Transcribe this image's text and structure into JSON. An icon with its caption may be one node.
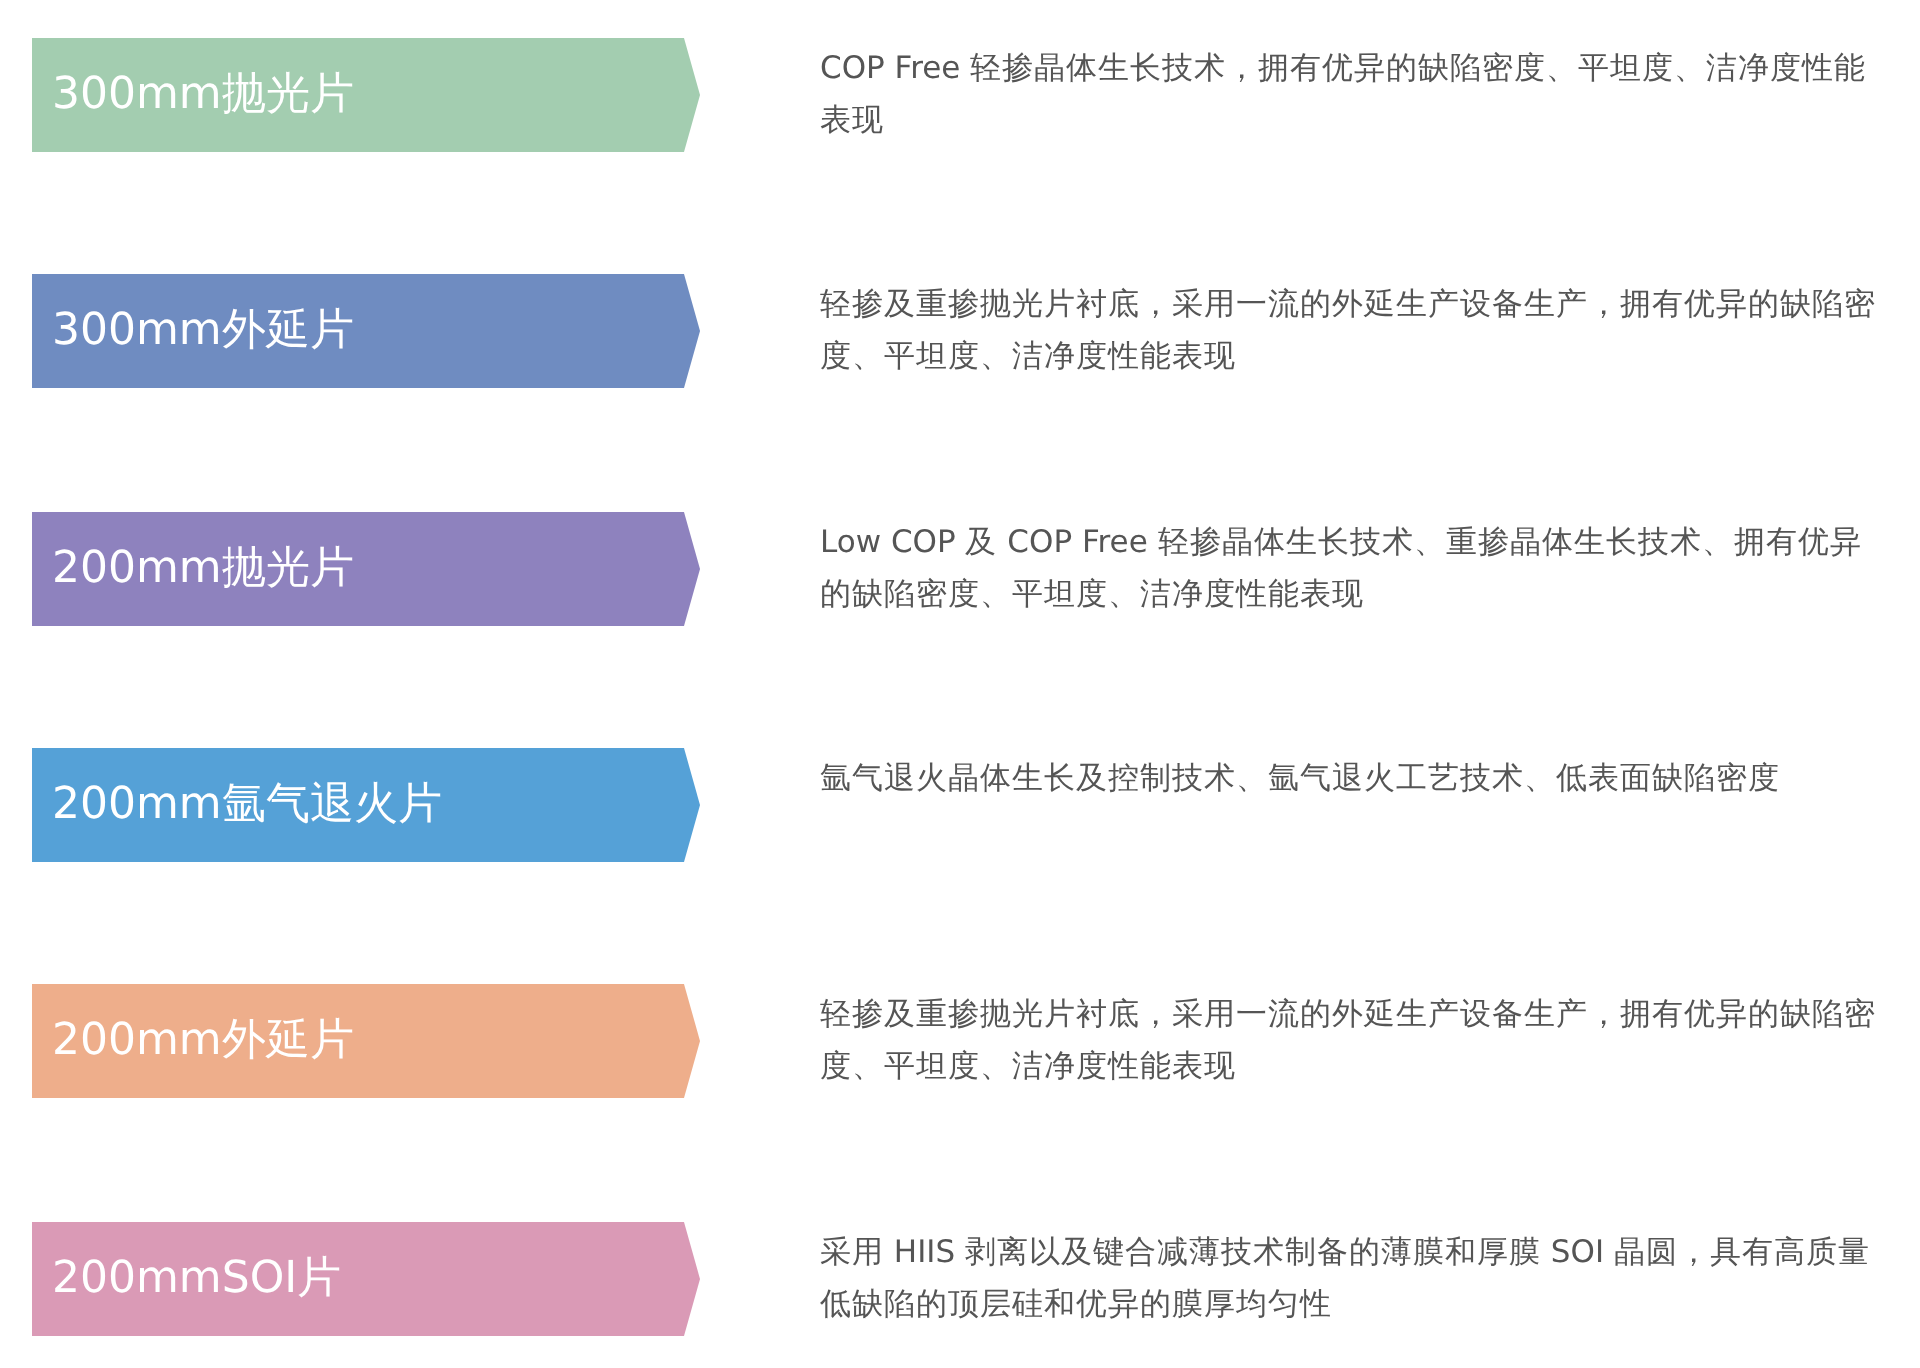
{
  "diagram": {
    "nodes": [
      {
        "text": [
          "300mm抛光片"
        ],
        "beside": [
          "COP Free 轻掺晶体生长技术，拥有优异的缺陷密度、平坦度、洁净度性能表现"
        ]
      },
      {
        "text": [
          "300mm外延片"
        ],
        "beside": [
          "轻掺及重掺抛光片衬底，采用一流的外延生产设备生产，拥有优异的缺陷密度、平坦度、洁净度性能表现"
        ]
      },
      {
        "text": [
          "200mm抛光片"
        ],
        "beside": [
          "Low COP 及 COP Free 轻掺晶体生长技术、重掺晶体生长技术、拥有优异的缺陷密度、平坦度、洁净度性能表现"
        ]
      },
      {
        "text": [
          "200mm氩气退火片"
        ],
        "beside": [
          "氩气退火晶体生长及控制技术、氩气退火工艺技术、低表面缺陷密度"
        ]
      },
      {
        "text": [
          "200mm外延片"
        ],
        "beside": [
          "轻掺及重掺抛光片衬底，采用一流的外延生产设备生产，拥有优异的缺陷密度、平坦度、洁净度性能表现"
        ]
      },
      {
        "text": [
          "200mmSOI片"
        ],
        "beside": [
          "采用 HIIS 剥离以及键合减薄技术制备的薄膜和厚膜 SOI 晶圆，具有高质量低缺陷的顶层硅和优异的膜厚均匀性"
        ]
      }
    ]
  }
}
